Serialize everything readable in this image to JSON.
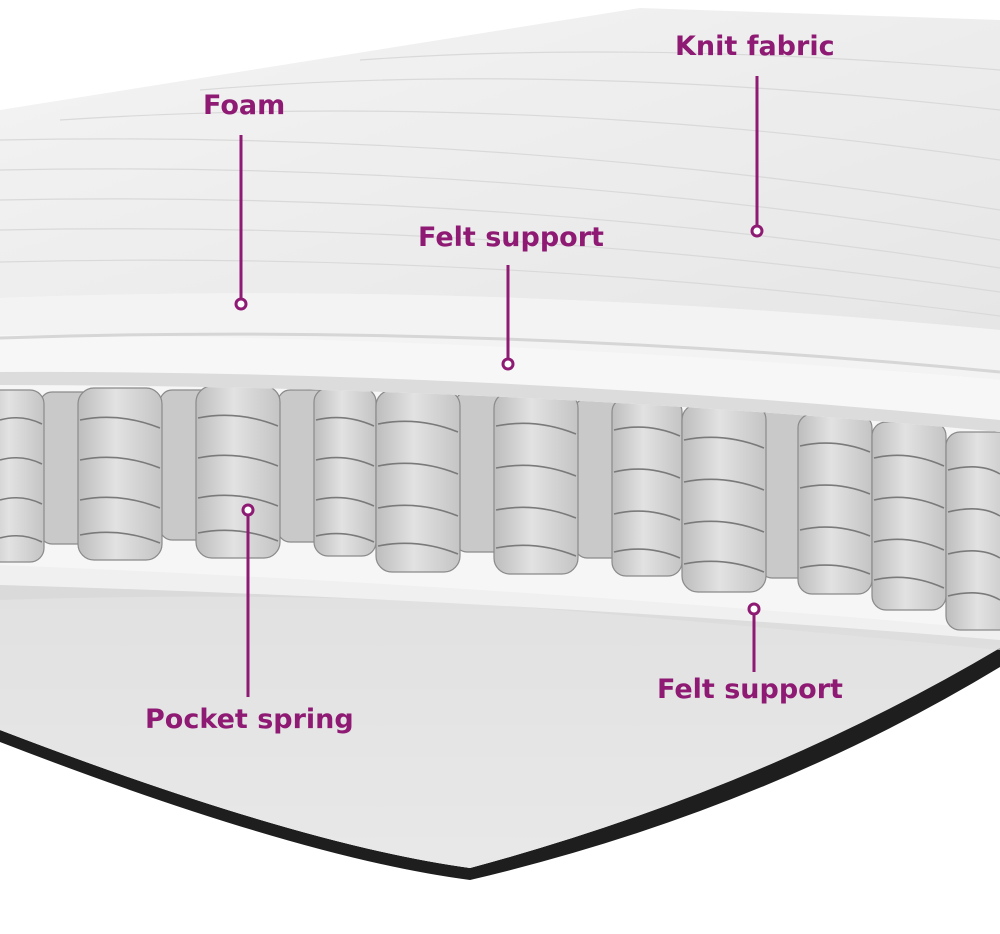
{
  "theme": {
    "accent": "#8e1a73",
    "fabric": "#ececec",
    "spring": "#d0d0d0",
    "base": "#1e1e1e"
  },
  "labels": {
    "knit_fabric": "Knit fabric",
    "foam": "Foam",
    "felt_support_top": "Felt support",
    "pocket_spring": "Pocket spring",
    "felt_support_bottom": "Felt support"
  }
}
